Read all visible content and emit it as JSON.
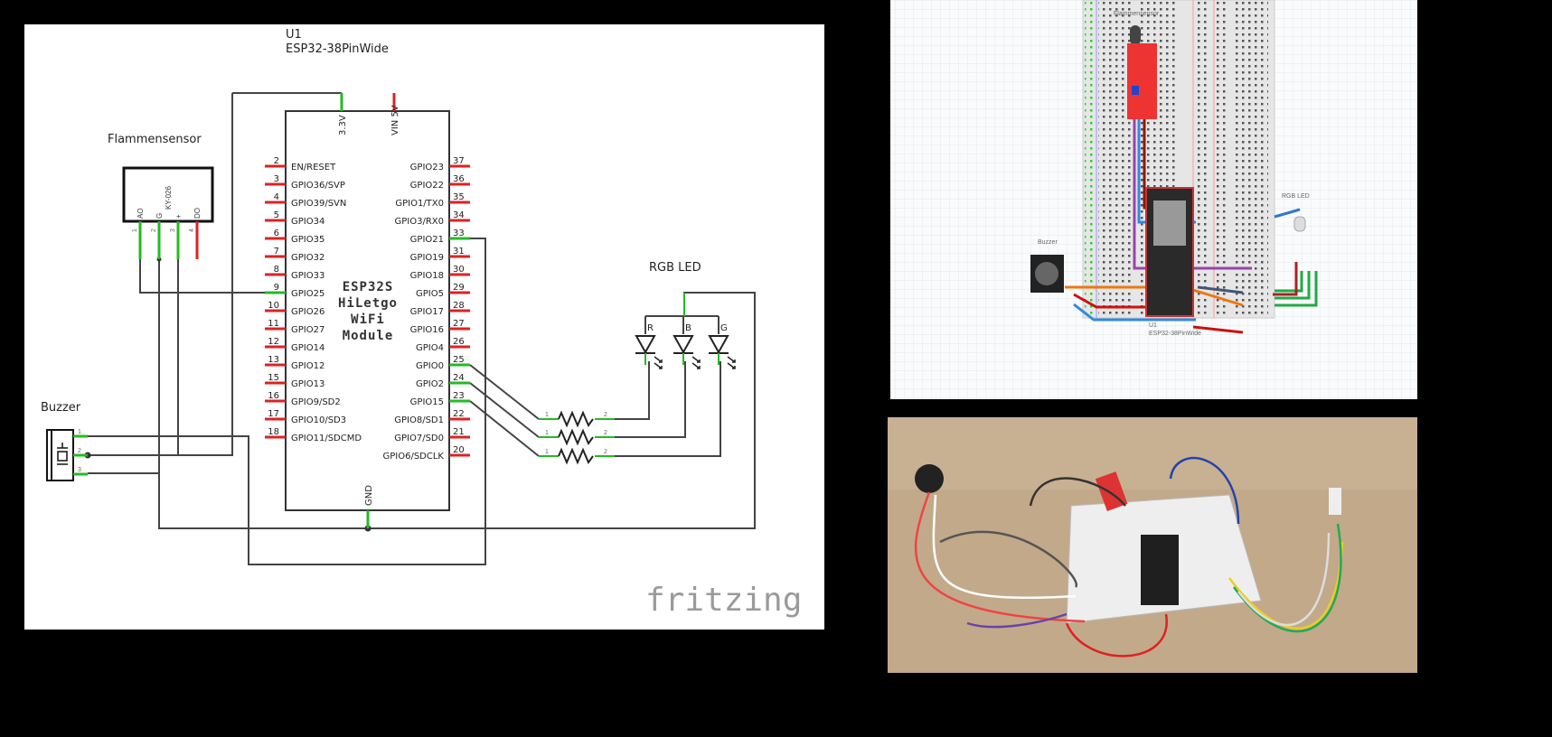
{
  "schematic": {
    "part_ref": "U1",
    "part_name": "ESP32-38PinWide",
    "module_text": [
      "ESP32S",
      "HiLetgo",
      "WiFi",
      "Module"
    ],
    "top_pins": [
      {
        "label": "3.3V",
        "connected": true
      },
      {
        "label": "VIN 5V",
        "connected": false
      }
    ],
    "bottom_pin": {
      "label": "GND",
      "connected": true
    },
    "left_pins": [
      {
        "num": "2",
        "label": "EN/RESET",
        "connected": false
      },
      {
        "num": "3",
        "label": "GPIO36/SVP",
        "connected": false
      },
      {
        "num": "4",
        "label": "GPIO39/SVN",
        "connected": false
      },
      {
        "num": "5",
        "label": "GPIO34",
        "connected": false
      },
      {
        "num": "6",
        "label": "GPIO35",
        "connected": false
      },
      {
        "num": "7",
        "label": "GPIO32",
        "connected": false
      },
      {
        "num": "8",
        "label": "GPIO33",
        "connected": false
      },
      {
        "num": "9",
        "label": "GPIO25",
        "connected": true
      },
      {
        "num": "10",
        "label": "GPIO26",
        "connected": false
      },
      {
        "num": "11",
        "label": "GPIO27",
        "connected": false
      },
      {
        "num": "12",
        "label": "GPIO14",
        "connected": false
      },
      {
        "num": "13",
        "label": "GPIO12",
        "connected": false
      },
      {
        "num": "15",
        "label": "GPIO13",
        "connected": false
      },
      {
        "num": "16",
        "label": "GPIO9/SD2",
        "connected": false
      },
      {
        "num": "17",
        "label": "GPIO10/SD3",
        "connected": false
      },
      {
        "num": "18",
        "label": "GPIO11/SDCMD",
        "connected": false
      }
    ],
    "right_pins": [
      {
        "num": "37",
        "label": "GPIO23",
        "connected": false
      },
      {
        "num": "36",
        "label": "GPIO22",
        "connected": false
      },
      {
        "num": "35",
        "label": "GPIO1/TX0",
        "connected": false
      },
      {
        "num": "34",
        "label": "GPIO3/RX0",
        "connected": false
      },
      {
        "num": "33",
        "label": "GPIO21",
        "connected": true
      },
      {
        "num": "31",
        "label": "GPIO19",
        "connected": false
      },
      {
        "num": "30",
        "label": "GPIO18",
        "connected": false
      },
      {
        "num": "29",
        "label": "GPIO5",
        "connected": false
      },
      {
        "num": "28",
        "label": "GPIO17",
        "connected": false
      },
      {
        "num": "27",
        "label": "GPIO16",
        "connected": false
      },
      {
        "num": "26",
        "label": "GPIO4",
        "connected": false
      },
      {
        "num": "25",
        "label": "GPIO0",
        "connected": true
      },
      {
        "num": "24",
        "label": "GPIO2",
        "connected": true
      },
      {
        "num": "23",
        "label": "GPIO15",
        "connected": true
      },
      {
        "num": "22",
        "label": "GPIO8/SD1",
        "connected": false
      },
      {
        "num": "21",
        "label": "GPIO7/SD0",
        "connected": false
      },
      {
        "num": "20",
        "label": "GPIO6/SDCLK",
        "connected": false
      }
    ],
    "flame_sensor": {
      "title": "Flammensensor",
      "model": "KY-026",
      "pins": [
        {
          "num": "1",
          "label": "AO"
        },
        {
          "num": "2",
          "label": "G"
        },
        {
          "num": "3",
          "label": "+"
        },
        {
          "num": "4",
          "label": "DO"
        }
      ]
    },
    "buzzer": {
      "title": "Buzzer",
      "pins": [
        "1",
        "2",
        "3"
      ]
    },
    "rgb_led": {
      "title": "RGB LED",
      "channels": [
        "R",
        "B",
        "G"
      ]
    },
    "resistor_pins": [
      "1",
      "2"
    ],
    "logo": "fritzing"
  },
  "breadboard": {
    "flame_label": "Flammensensor",
    "buzzer_label": "Buzzer",
    "rgb_label": "RGB LED",
    "part_ref": "U1",
    "part_name": "ESP32-38PinWide"
  },
  "colors": {
    "connected": "#22bb22",
    "unconnected": "#dd2222",
    "wire": "#333333"
  }
}
